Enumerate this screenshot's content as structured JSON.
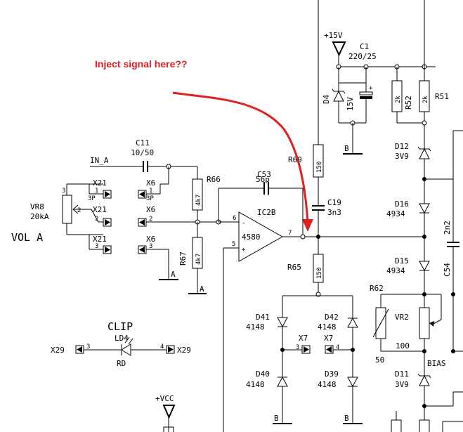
{
  "annotation": {
    "text": "Inject signal here??",
    "color": "#e02020"
  },
  "labels": {
    "in_a": "IN_A",
    "c11": "C11",
    "c11_val": "10/50",
    "vr8": "VR8",
    "vr8_val": "20kA",
    "vol_a": "VOL A",
    "x21": "X21",
    "x6": "X6",
    "p1": "1",
    "p2": "2",
    "p3": "3",
    "p3p": "3P",
    "r66": "R66",
    "r66_val": "4k7",
    "r67": "R67",
    "r67_val": "4k7",
    "c53": "C53",
    "c53_val": "56p",
    "ic2b": "IC2B",
    "ic2b_val": "4580",
    "pin6": "6",
    "pin5": "5",
    "pin7": "7",
    "minus": "-",
    "plus": "+",
    "r69": "R69",
    "r69_val": "150",
    "c19": "C19",
    "c19_val": "3n3",
    "r65": "R65",
    "r65_val": "150",
    "plus15": "+15V",
    "c1": "C1",
    "c1_val": "220/25",
    "d4": "D4",
    "d4_val": "15V",
    "r52": "R52",
    "r52_val": "2k",
    "r51": "R51",
    "r51_val": "2k",
    "d12": "D12",
    "d12_val": "3V9",
    "d16": "D16",
    "d16_val": "4934",
    "d15": "D15",
    "d15_val": "4934",
    "c54": "C54",
    "c54_val": "2n2",
    "r62": "R62",
    "r62_val": "50",
    "vr2": "VR2",
    "vr2_val": "100",
    "bias": "BIAS",
    "d11": "D11",
    "d11_val": "3V9",
    "d41": "D41",
    "d41_val": "4148",
    "d42": "D42",
    "d42_val": "4148",
    "d40": "D40",
    "d40_val": "4148",
    "d39": "D39",
    "d39_val": "4148",
    "x7": "X7",
    "p4": "4",
    "clip": "CLIP",
    "ld4": "LD4",
    "ld4_val": "RD",
    "x29": "X29",
    "vcc": "+VCC",
    "gnd_a": "A",
    "gnd_b": "B"
  }
}
